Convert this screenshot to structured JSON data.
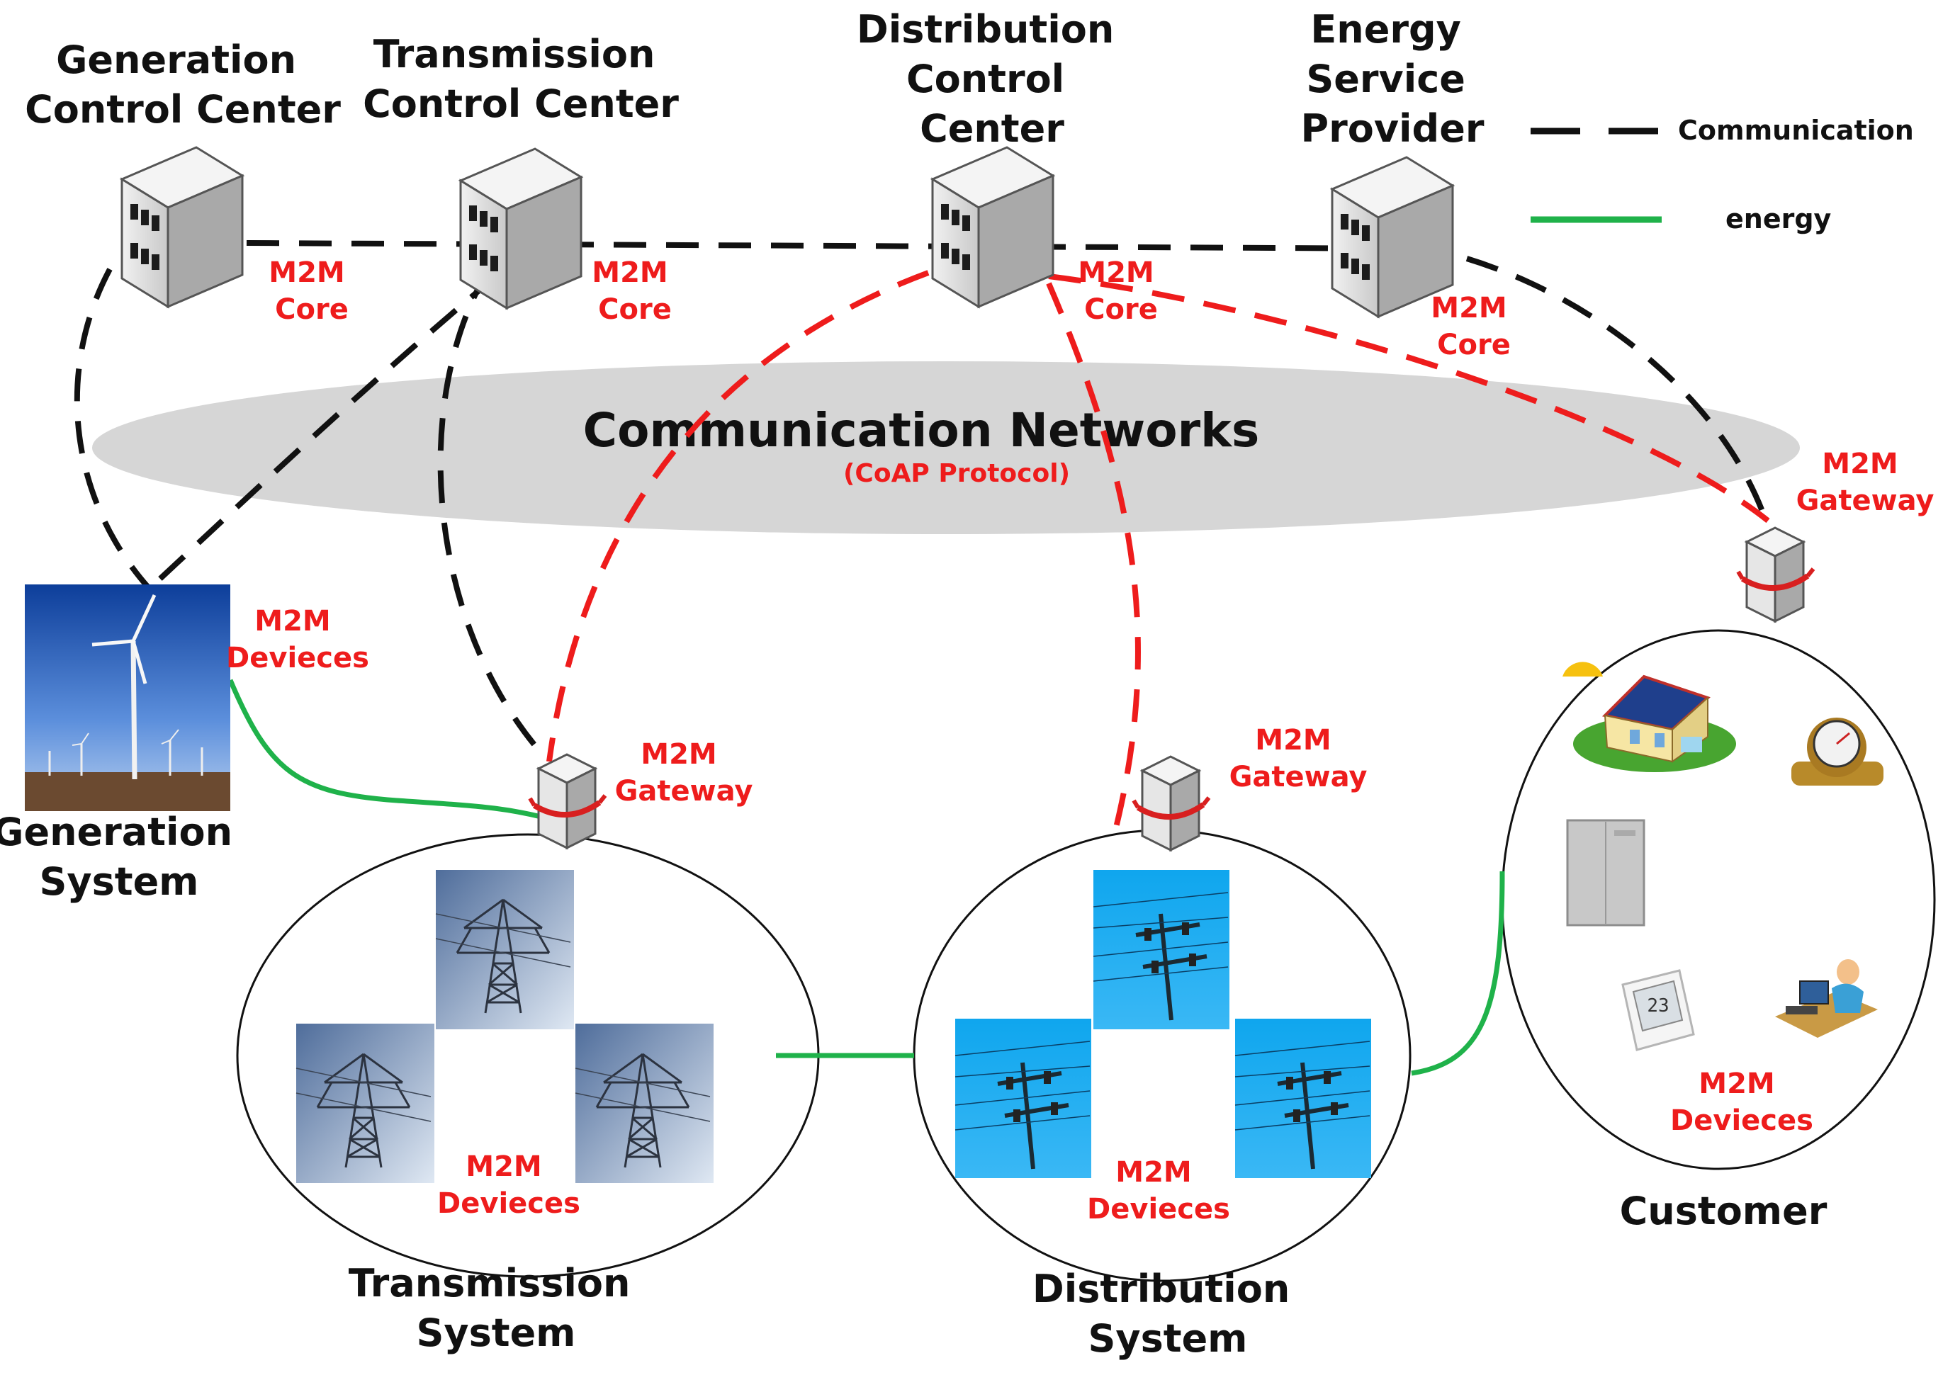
{
  "colors": {
    "communication": "#111111",
    "energy": "#1fb24a",
    "m2m": "#ee1c1c",
    "network_cloud": "#d6d6d6"
  },
  "control_centers": {
    "generation": [
      "Generation",
      "Control Center"
    ],
    "transmission": [
      "Transmission",
      "Control Center"
    ],
    "distribution": [
      "Distribution",
      "Control",
      "Center"
    ],
    "energy_service": [
      "Energy",
      "Service",
      "Provider"
    ]
  },
  "m2m_core": [
    "M2M",
    "Core"
  ],
  "m2m_gateway": [
    "M2M",
    "Gateway"
  ],
  "m2m_devices": [
    "M2M",
    "Devieces"
  ],
  "network": {
    "title": "Communication Networks",
    "subtitle": "(CoAP Protocol)"
  },
  "systems": {
    "generation": [
      "Generation",
      "System"
    ],
    "transmission": [
      "Transmission",
      "System"
    ],
    "distribution": [
      "Distribution",
      "System"
    ],
    "customer": "Customer"
  },
  "legend": {
    "communication": "Communication",
    "energy": "energy"
  },
  "icons": [
    "server-icon",
    "gateway-icon",
    "wind-turbine-icon",
    "pylon-icon",
    "power-pole-icon",
    "solar-house-icon",
    "water-meter-icon",
    "panel-icon",
    "thermostat-icon",
    "user-computer-icon"
  ]
}
